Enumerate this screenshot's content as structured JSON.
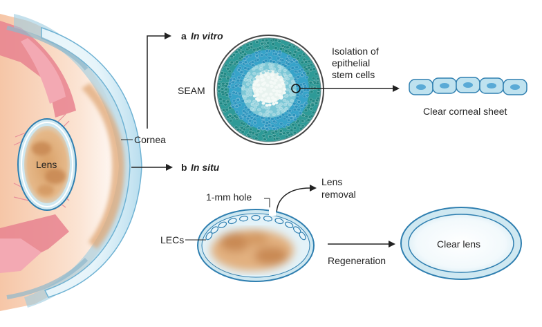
{
  "panel_a": {
    "letter": "a",
    "title": "In vitro"
  },
  "panel_b": {
    "letter": "b",
    "title": "In situ"
  },
  "labels": {
    "lens": "Lens",
    "cornea": "Cornea",
    "seam": "SEAM",
    "isolation": [
      "Isolation of",
      "epithelial",
      "stem cells"
    ],
    "clear_corneal_sheet": "Clear corneal sheet",
    "hole": "1-mm hole",
    "lens_removal": [
      "Lens",
      "removal"
    ],
    "lecs": "LECs",
    "regeneration": "Regeneration",
    "clear_lens": "Clear lens"
  },
  "colors": {
    "cornea_blue": "#bfe2ef",
    "stroke_blue": "#2f7fb0",
    "seam_dark": "#2e9a97",
    "seam_mid": "#37a3c9",
    "seam_light": "#b9e0e6",
    "iris_pink": "#e8828f",
    "lens_fiber": "#d9a067"
  }
}
